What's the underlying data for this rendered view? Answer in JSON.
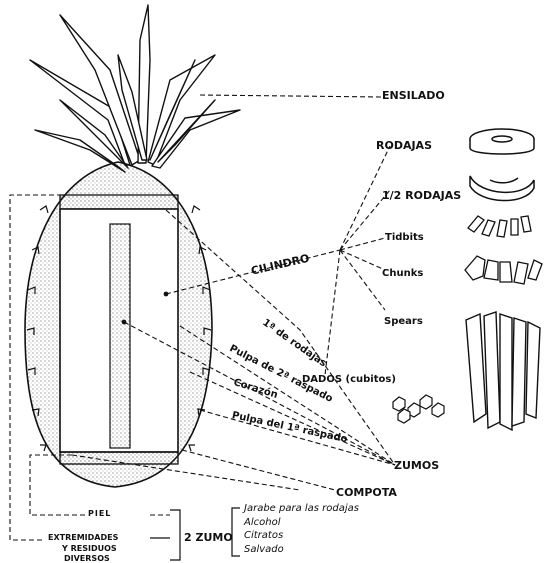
{
  "diagram": {
    "products": {
      "ensilado": "ENSILADO",
      "rodajas": "RODAJAS",
      "media_rodajas": "1/2 RODAJAS",
      "tidbits": "Tidbits",
      "chunks": "Chunks",
      "spears": "Spears",
      "dados": "DADOS (cubitos)",
      "cilindro": "CILINDRO",
      "zumos": "ZUMOS",
      "compota": "COMPOTA"
    },
    "parts": {
      "rodajas_1": "1ª de rodajas",
      "pulpa_2": "Pulpa de 2ª raspado",
      "corazon": "Corazón",
      "pulpa_1": "Pulpa del 1ª raspado"
    },
    "by_products": {
      "piel": "PIEL",
      "extremidades_1": "EXTREMIDADES",
      "extremidades_2": "Y RESIDUOS",
      "extremidades_3": "DIVERSOS",
      "zumo2": "2 ZUMO",
      "uses": [
        "Jarabe para las rodajas",
        "Alcohol",
        "Citratos",
        "Salvado"
      ]
    }
  }
}
